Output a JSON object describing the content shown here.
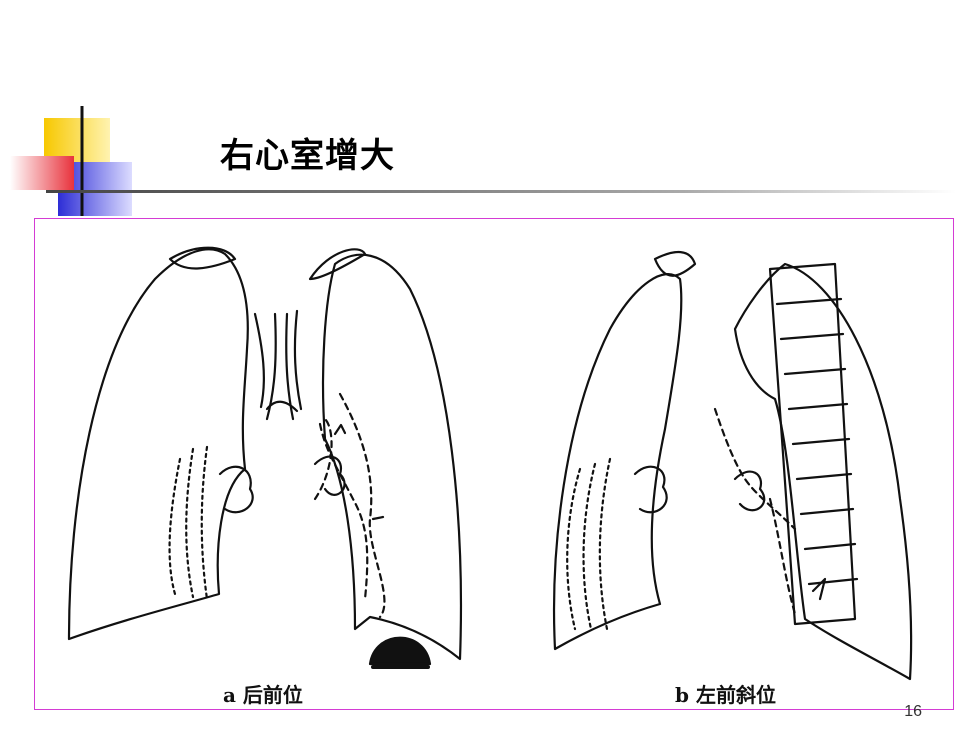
{
  "slide": {
    "title": "右心室增大",
    "page_number": "16"
  },
  "figure": {
    "caption_a": "a 后前位",
    "caption_b": "b 左前斜位"
  },
  "colors": {
    "accent_yellow": "#f7c800",
    "accent_blue": "#2d2dd6",
    "accent_red": "#e8323c",
    "frame_border": "#d43bd4"
  }
}
